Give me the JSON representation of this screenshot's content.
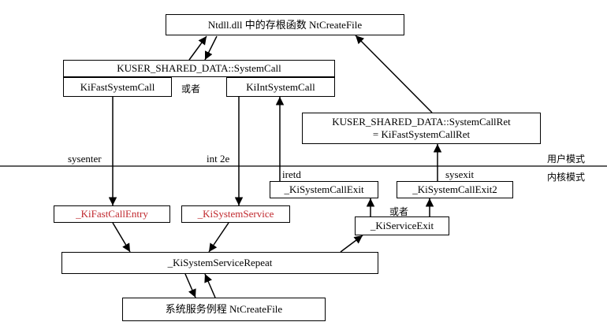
{
  "nodes": {
    "ntdll_stub": "Ntdll.dll 中的存根函数 NtCreateFile",
    "kuser_systemcall": "KUSER_SHARED_DATA::SystemCall",
    "ki_fast_system_call": "KiFastSystemCall",
    "ki_int_system_call": "KiIntSystemCall",
    "kuser_systemcallret_line1": "KUSER_SHARED_DATA::SystemCallRet",
    "kuser_systemcallret_line2": "= KiFastSystemCallRet",
    "ki_system_call_exit": "_KiSystemCallExit",
    "ki_system_call_exit2": "_KiSystemCallExit2",
    "ki_fast_call_entry": "_KiFastCallEntry",
    "ki_system_service": "_KiSystemService",
    "ki_service_exit": "_KiServiceExit",
    "ki_system_service_repeat": "_KiSystemServiceRepeat",
    "nt_create_file_routine": "系统服务例程 NtCreateFile"
  },
  "labels": {
    "or_top": "或者",
    "or_bottom": "或者",
    "sysenter": "sysenter",
    "int2e": "int 2e",
    "iretd": "iretd",
    "sysexit": "sysexit",
    "user_mode": "用户模式",
    "kernel_mode": "内核模式"
  },
  "colors": {
    "line": "#000000",
    "highlight_text": "#c0282d"
  }
}
